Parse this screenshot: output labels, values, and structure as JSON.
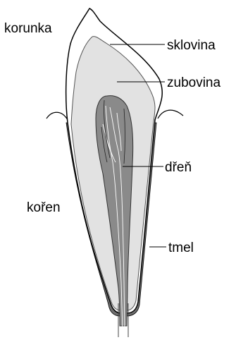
{
  "diagram": {
    "labels": {
      "crown": "korunka",
      "enamel": "sklovina",
      "dentin": "zubovina",
      "pulp": "dřeň",
      "root": "kořen",
      "cementum": "tmel"
    },
    "colors": {
      "background": "#ffffff",
      "enamel": "#ffffff",
      "dentin": "#e2e2e2",
      "pulp": "#8a8a8a",
      "cementum": "#6f6f6f",
      "outline": "#000000",
      "nerve": "#ffffff"
    }
  }
}
